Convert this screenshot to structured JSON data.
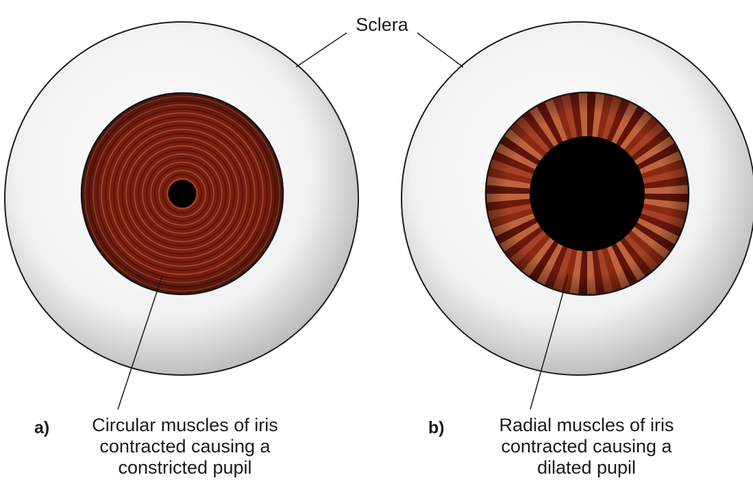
{
  "labels": {
    "sclera": "Sclera",
    "panel_a_letter": "a)",
    "panel_b_letter": "b)",
    "panel_a_caption": [
      "Circular muscles of iris",
      "contracted causing a",
      "constricted pupil"
    ],
    "panel_b_caption": [
      "Radial muscles of iris",
      "contracted causing a",
      "dilated pupil"
    ]
  },
  "colors": {
    "sclera_light": "#ffffff",
    "sclera_shade": "#b9b9b9",
    "iris_dark": "#5a1208",
    "iris_mid": "#8e2a14",
    "iris_light": "#c46a44",
    "pupil": "#000000",
    "outline": "#1a1a1a"
  }
}
